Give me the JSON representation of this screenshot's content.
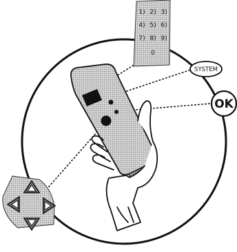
{
  "keypad": {
    "keys": [
      {
        "label": "1",
        "suffix": ")"
      },
      {
        "label": "2",
        "suffix": ")"
      },
      {
        "label": "3",
        "suffix": ")"
      },
      {
        "label": "4",
        "suffix": ")"
      },
      {
        "label": "5",
        "suffix": ")"
      },
      {
        "label": "6",
        "suffix": ")"
      },
      {
        "label": "7",
        "suffix": ")"
      },
      {
        "label": "8",
        "suffix": ")"
      },
      {
        "label": "9",
        "suffix": ")"
      },
      {
        "label": "0",
        "suffix": ""
      }
    ]
  },
  "buttons": {
    "system_label": "SYSTEM",
    "ok_label": "OK"
  },
  "dpad": {
    "arrows": [
      "up",
      "left",
      "right",
      "down"
    ]
  },
  "colors": {
    "ink": "#111111",
    "stipple": "#bdbdbd",
    "paper": "#ffffff"
  },
  "icons": [
    "remote-control-icon",
    "hand-icon",
    "keypad-icon",
    "system-button-icon",
    "ok-button-icon",
    "dpad-icon"
  ]
}
